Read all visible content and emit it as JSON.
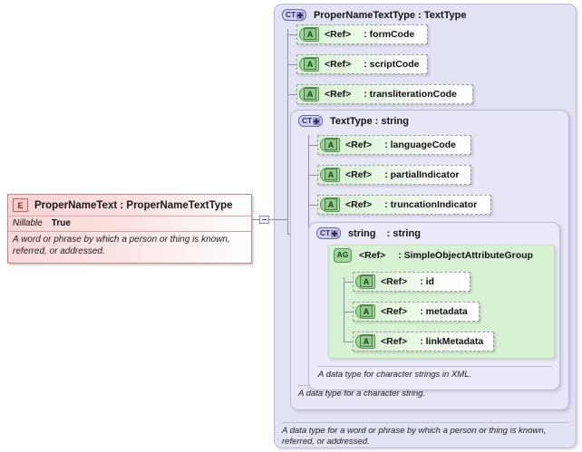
{
  "diagram": {
    "type": "xml-schema-component-diagram",
    "colors": {
      "element_fill": "#fbdede",
      "element_border": "#c08a8a",
      "complextype_fill": "#e2e2f5",
      "complextype_border": "#b9b9d8",
      "attribute_fill": "#d6f0d0",
      "attribute_border": "#9a9a9a",
      "attributegroup_fill": "#d7f2d2",
      "connector": "#8d8da8"
    }
  },
  "element": {
    "icon": "element-icon",
    "icon_label": "E",
    "title": "ProperNameText : ProperNameTextType",
    "name": "ProperNameText",
    "type": "ProperNameTextType",
    "property_key": "Nillable",
    "property_value": "True",
    "documentation": "A word or phrase by which a person or thing is known, referred, or addressed."
  },
  "connector": {
    "expander_state": "expanded",
    "expander_glyph": "-"
  },
  "complex_types": [
    {
      "level": 1,
      "icon": "complextype-icon",
      "icon_label": "CT",
      "expander": "+",
      "name": "ProperNameTextType",
      "separator": ":",
      "type": "TextType",
      "title": "ProperNameTextType : TextType",
      "documentation": "A data type for a word or phrase by which a person or thing is known, referred, or addressed.",
      "attributes": [
        {
          "icon": "attribute-icon",
          "icon_label": "A",
          "ref": "<Ref>",
          "separator": ":",
          "name": "formCode"
        },
        {
          "icon": "attribute-icon",
          "icon_label": "A",
          "ref": "<Ref>",
          "separator": ":",
          "name": "scriptCode"
        },
        {
          "icon": "attribute-icon",
          "icon_label": "A",
          "ref": "<Ref>",
          "separator": ":",
          "name": "transliterationCode"
        }
      ]
    },
    {
      "level": 2,
      "icon": "complextype-icon",
      "icon_label": "CT",
      "expander": "+",
      "name": "TextType",
      "separator": ":",
      "type": "string",
      "title": "TextType : string",
      "documentation": "A data type for a character string.",
      "attributes": [
        {
          "icon": "attribute-icon",
          "icon_label": "A",
          "ref": "<Ref>",
          "separator": ":",
          "name": "languageCode"
        },
        {
          "icon": "attribute-icon",
          "icon_label": "A",
          "ref": "<Ref>",
          "separator": ":",
          "name": "partialIndicator"
        },
        {
          "icon": "attribute-icon",
          "icon_label": "A",
          "ref": "<Ref>",
          "separator": ":",
          "name": "truncationIndicator"
        }
      ]
    },
    {
      "level": 3,
      "icon": "complextype-icon",
      "icon_label": "CT",
      "expander": "+",
      "name": "string",
      "separator": ":",
      "type": "string",
      "title": "string : string",
      "documentation": "A data type for character strings in XML.",
      "attribute_group": {
        "icon": "attributegroup-icon",
        "icon_label": "AG",
        "ref": "<Ref>",
        "separator": ":",
        "name": "SimpleObjectAttributeGroup",
        "attributes": [
          {
            "icon": "attribute-icon",
            "icon_label": "A",
            "ref": "<Ref>",
            "separator": ":",
            "name": "id"
          },
          {
            "icon": "attribute-icon",
            "icon_label": "A",
            "ref": "<Ref>",
            "separator": ":",
            "name": "metadata"
          },
          {
            "icon": "attribute-icon",
            "icon_label": "A",
            "ref": "<Ref>",
            "separator": ":",
            "name": "linkMetadata"
          }
        ]
      }
    }
  ]
}
